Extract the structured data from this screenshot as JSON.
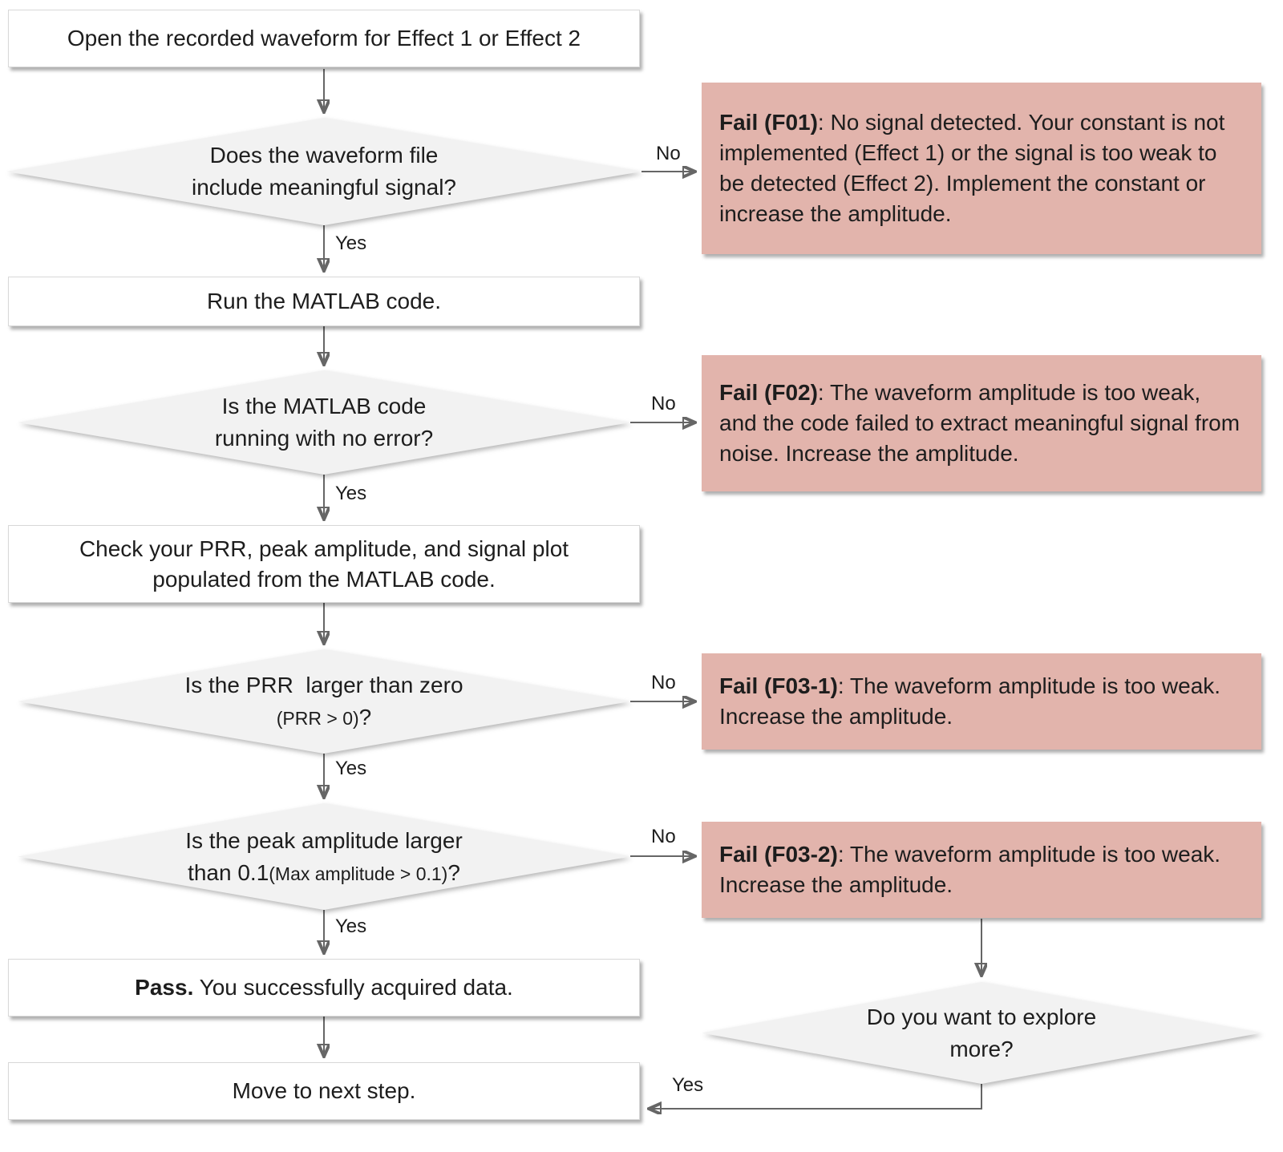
{
  "labels": {
    "yes": "Yes",
    "no": "No"
  },
  "nodes": {
    "start": {
      "text": "Open the recorded waveform for Effect 1 or Effect 2"
    },
    "d1": {
      "lines": [
        "Does the waveform file",
        "include meaningful signal?"
      ]
    },
    "run": {
      "text": "Run the MATLAB code."
    },
    "d2": {
      "lines": [
        "Is the MATLAB code",
        "running with no error?"
      ]
    },
    "check": {
      "lines": [
        "Check your PRR, peak amplitude, and signal plot",
        "populated from the MATLAB code."
      ]
    },
    "d3": {
      "line1": "Is the PRR  larger than zero",
      "line2_small": "(PRR > 0)",
      "line2_suffix": "?"
    },
    "d4": {
      "line1": "Is the peak amplitude larger",
      "line2_prefix": "than 0.1",
      "line2_small": "(Max amplitude > 0.1)",
      "line2_suffix": "?"
    },
    "pass": {
      "label": "Pass.",
      "text": " You successfully acquired data."
    },
    "move": {
      "text": "Move to next step."
    },
    "explore": {
      "lines": [
        "Do you want to explore",
        "more?"
      ]
    },
    "f01": {
      "label": "Fail (F01)",
      "text": ": No signal detected. Your constant is not implemented (Effect 1) or the signal is too weak to be detected (Effect 2). Implement the constant or increase the amplitude."
    },
    "f02": {
      "label": "Fail (F02)",
      "text": ": The waveform amplitude is too weak, and the code failed to extract meaningful signal from noise. Increase the amplitude."
    },
    "f03_1": {
      "label": "Fail (F03-1)",
      "text": ": The waveform amplitude is too weak. Increase the amplitude."
    },
    "f03_2": {
      "label": "Fail (F03-2)",
      "text": ": The waveform amplitude is too weak. Increase the amplitude."
    }
  },
  "colors": {
    "fail_fill": "#e2b4ac",
    "node_fill": "#ffffff",
    "node_border": "#d8d8d8",
    "diamond_fill": "#f2f2f2",
    "arrow": "#666666",
    "text": "#1d1d1d"
  }
}
